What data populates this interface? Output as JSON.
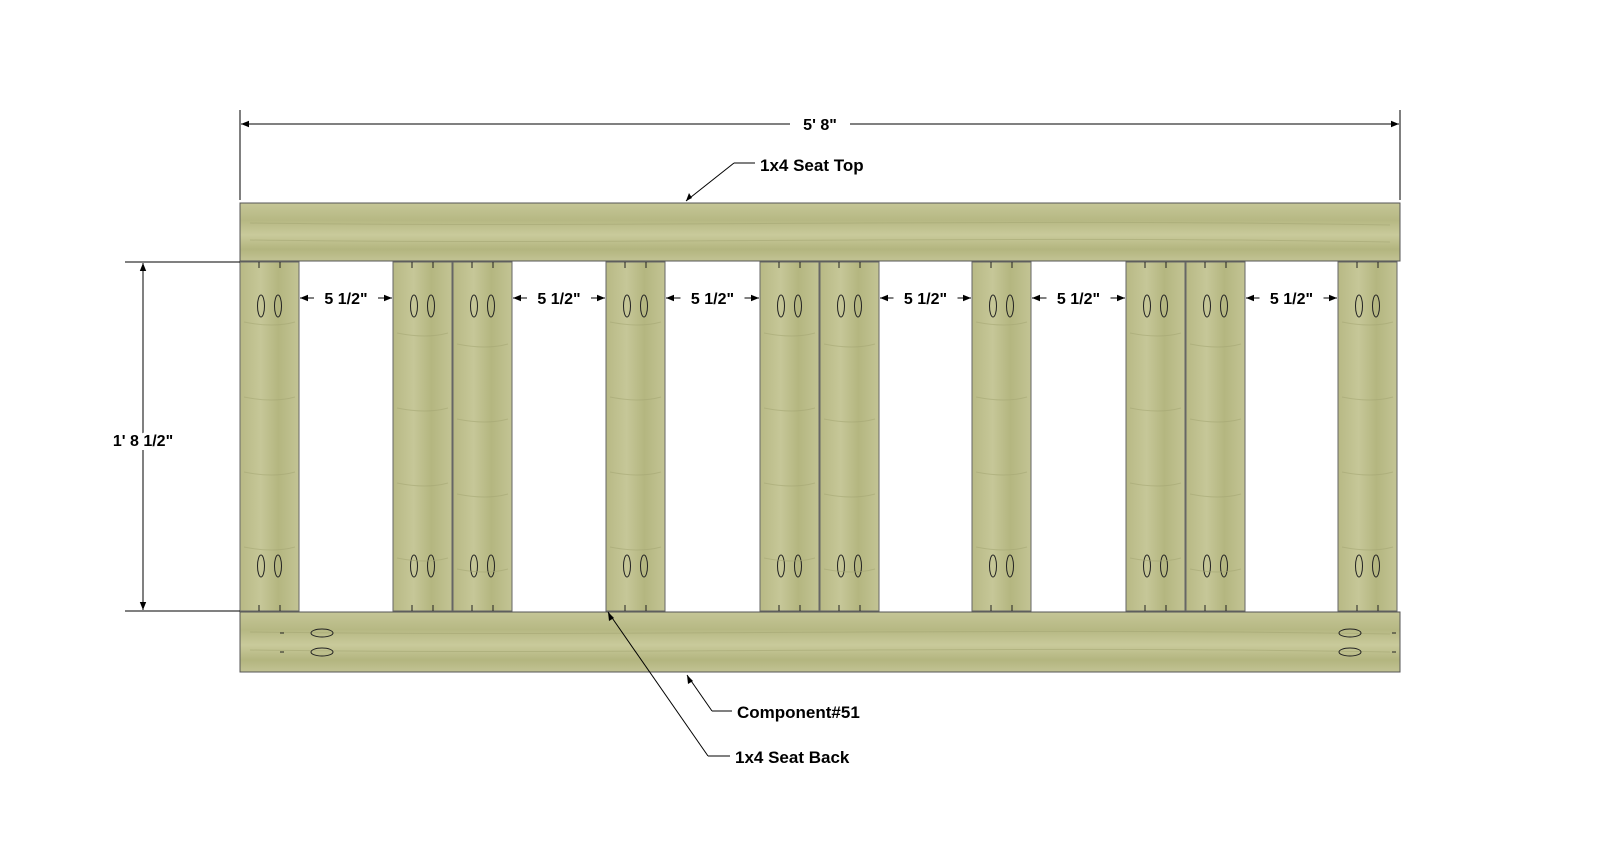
{
  "dimensions": {
    "overall_width": "5' 8\"",
    "overall_height": "1' 8 1/2\"",
    "gap_label": "5 1/2\""
  },
  "gaps": [
    {
      "label": "5 1/2\""
    },
    {
      "label": "5 1/2\""
    },
    {
      "label": "5 1/2\""
    },
    {
      "label": "5 1/2\""
    },
    {
      "label": "5 1/2\""
    },
    {
      "label": "5 1/2\""
    }
  ],
  "callouts": {
    "top_rail": "1x4 Seat Top",
    "component": "Component#51",
    "bottom_rail": "1x4 Seat Back"
  },
  "colors": {
    "wood": "#bcbd8c",
    "wood_dark": "#a9ab78",
    "wood_light": "#cacb9c",
    "line": "#000000",
    "background": "#ffffff"
  }
}
